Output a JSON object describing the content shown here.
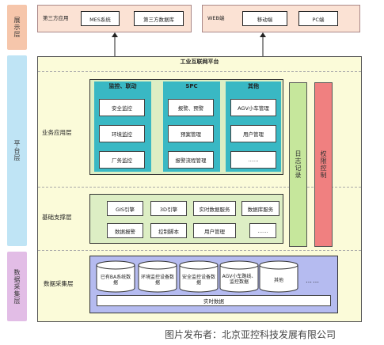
{
  "layers": {
    "display": "展示层",
    "platform": "平台层",
    "collection": "数据采集层"
  },
  "display": {
    "group1": [
      "第三方应用",
      "MES系统",
      "第三方数据库"
    ],
    "group2": [
      "WEB端",
      "移动端",
      "PC端"
    ]
  },
  "platform": {
    "title": "工业互联网平台",
    "business_label": "业务应用层",
    "columns": [
      {
        "header": "监控、联动",
        "items": [
          "安全监控",
          "环境监控",
          "厂务监控"
        ]
      },
      {
        "header": "SPC",
        "items": [
          "报警、预警",
          "预案管理",
          "报警流程管理"
        ]
      },
      {
        "header": "其他",
        "items": [
          "AGV小车管理",
          "用户管理",
          "……"
        ]
      }
    ],
    "log": "日志记录",
    "permission": "权限控制",
    "support_label": "基础支撑层",
    "support_row1": [
      "GIS引擎",
      "3D引擎",
      "实时数据服务",
      "数据库服务"
    ],
    "support_row2": [
      "数据报警",
      "控制脚本",
      "用户管理",
      "……"
    ]
  },
  "collection": {
    "label": "数据采集层",
    "databases": [
      "已有BA系统数据",
      "环境监控设备数据",
      "安全监控设备数据",
      "AGV小车路线、监控数据",
      "其他"
    ],
    "ellipsis": "……",
    "realtime": "实时数据"
  },
  "watermark": "图片发布者：北京亚控科技发展有限公司",
  "colors": {
    "display_bg": "#fbe2d4",
    "platform_bg": "#fbfbd9",
    "blue_side": "#bfe4f5",
    "pink_side": "#e2bde6",
    "business_bg": "#ddeec4",
    "teal_col": "#39b8c4",
    "log_bg": "#c6e79c",
    "perm_bg": "#f08080",
    "collect_bg": "#b5bbf0"
  }
}
